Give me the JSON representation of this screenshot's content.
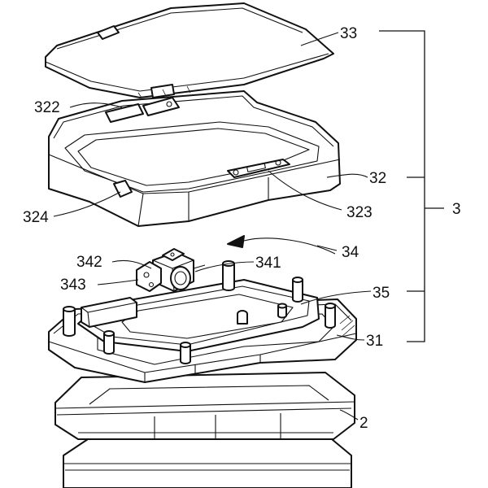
{
  "labels": {
    "lid": "33",
    "hinge_tab": "322",
    "upper_housing": "32",
    "side_tab": "324",
    "display_window": "323",
    "assembly": "3",
    "drive_module": "34",
    "motor_unit": "342",
    "motor_gear": "341",
    "gear_bracket": "343",
    "frame_ring": "35",
    "base_ring": "31",
    "container_body": "2"
  }
}
